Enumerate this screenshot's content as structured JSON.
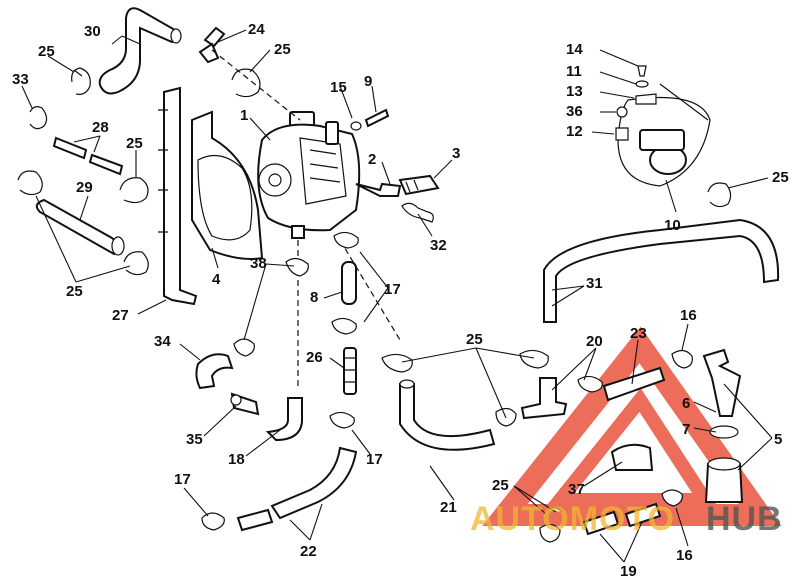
{
  "watermark": {
    "text_part1": "AUTOMOTO",
    "text_part2": "HUB",
    "color_primary": "#e8543e",
    "color_secondary": "#f2b632",
    "color_dark": "#555555"
  },
  "callouts": [
    {
      "id": "30",
      "text": "30"
    },
    {
      "id": "24",
      "text": "24"
    },
    {
      "id": "25a",
      "text": "25"
    },
    {
      "id": "25b",
      "text": "25"
    },
    {
      "id": "33",
      "text": "33"
    },
    {
      "id": "1",
      "text": "1"
    },
    {
      "id": "15",
      "text": "15"
    },
    {
      "id": "9",
      "text": "9"
    },
    {
      "id": "28",
      "text": "28"
    },
    {
      "id": "25c",
      "text": "25"
    },
    {
      "id": "2",
      "text": "2"
    },
    {
      "id": "3",
      "text": "3"
    },
    {
      "id": "29",
      "text": "29"
    },
    {
      "id": "32",
      "text": "32"
    },
    {
      "id": "25d",
      "text": "25"
    },
    {
      "id": "4",
      "text": "4"
    },
    {
      "id": "38",
      "text": "38"
    },
    {
      "id": "17a",
      "text": "17"
    },
    {
      "id": "8",
      "text": "8"
    },
    {
      "id": "27",
      "text": "27"
    },
    {
      "id": "34",
      "text": "34"
    },
    {
      "id": "26",
      "text": "26"
    },
    {
      "id": "35",
      "text": "35"
    },
    {
      "id": "18",
      "text": "18"
    },
    {
      "id": "17b",
      "text": "17"
    },
    {
      "id": "17c",
      "text": "17"
    },
    {
      "id": "22",
      "text": "22"
    },
    {
      "id": "14",
      "text": "14"
    },
    {
      "id": "11",
      "text": "11"
    },
    {
      "id": "13",
      "text": "13"
    },
    {
      "id": "36",
      "text": "36"
    },
    {
      "id": "12",
      "text": "12"
    },
    {
      "id": "25e",
      "text": "25"
    },
    {
      "id": "10",
      "text": "10"
    },
    {
      "id": "31",
      "text": "31"
    },
    {
      "id": "25f",
      "text": "25"
    },
    {
      "id": "20",
      "text": "20"
    },
    {
      "id": "23",
      "text": "23"
    },
    {
      "id": "16a",
      "text": "16"
    },
    {
      "id": "6",
      "text": "6"
    },
    {
      "id": "7",
      "text": "7"
    },
    {
      "id": "5",
      "text": "5"
    },
    {
      "id": "21",
      "text": "21"
    },
    {
      "id": "25g",
      "text": "25"
    },
    {
      "id": "37",
      "text": "37"
    },
    {
      "id": "16b",
      "text": "16"
    },
    {
      "id": "19",
      "text": "19"
    }
  ]
}
